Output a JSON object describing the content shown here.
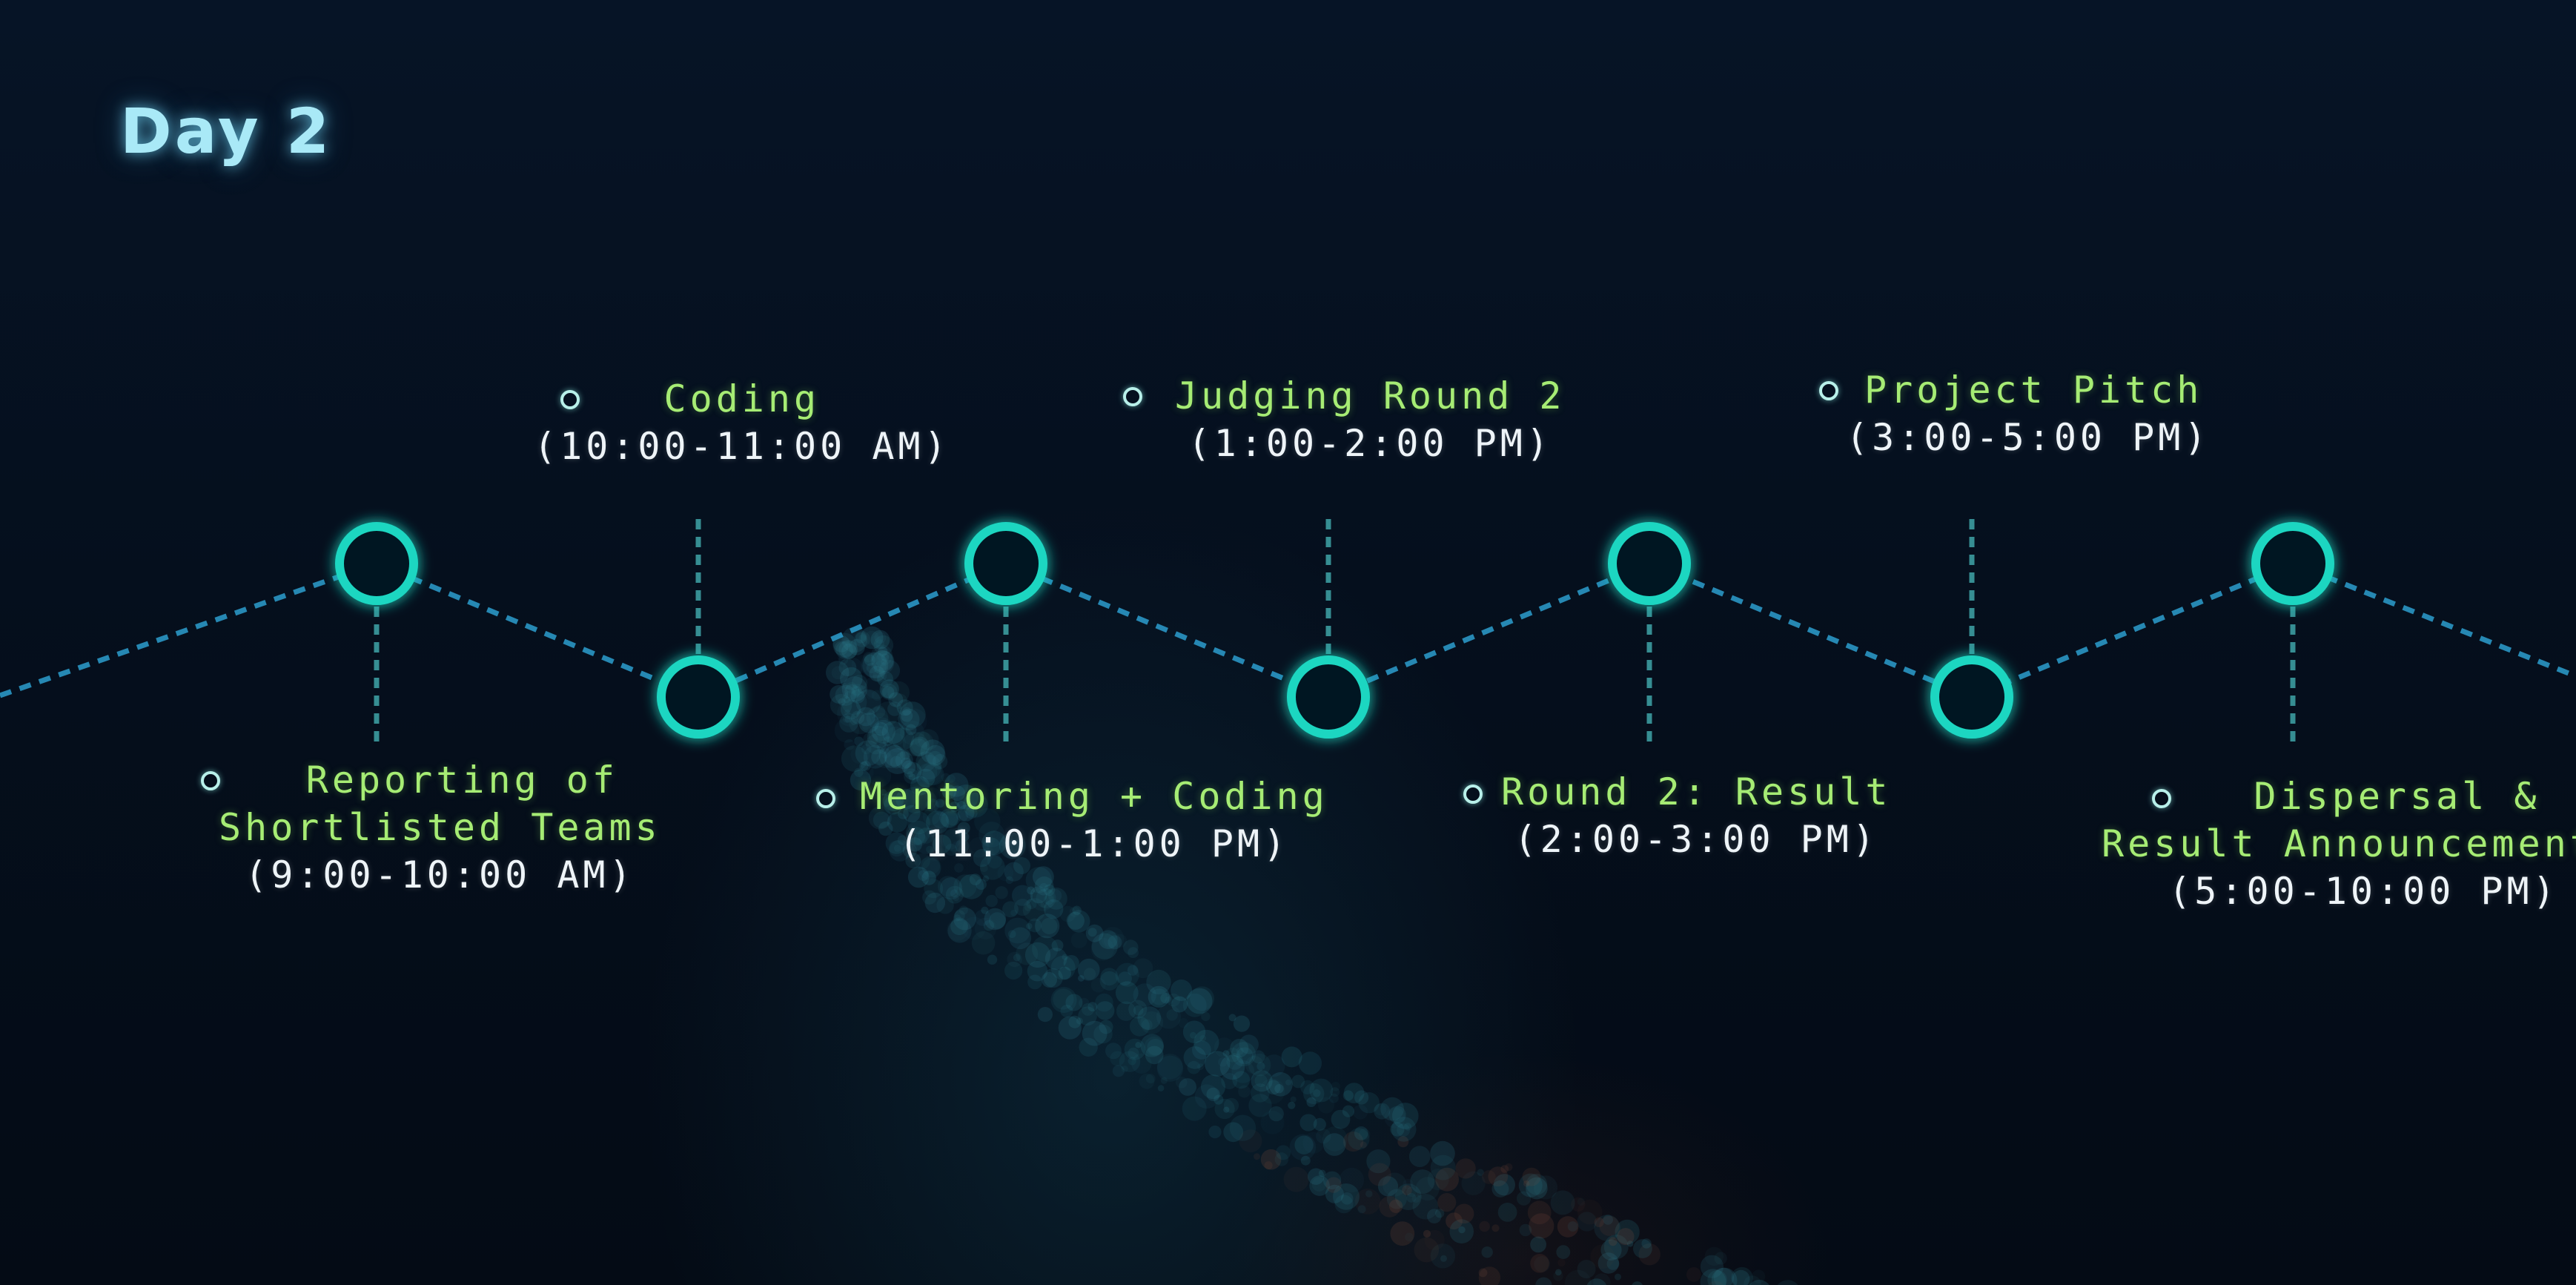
{
  "title": "Day 2",
  "colors": {
    "accent": "#1fd6c1",
    "path": "#2a96c4",
    "event_name": "#a6ec74",
    "event_time": "#eef4f8",
    "title": "#a9e9f7"
  },
  "events": [
    {
      "name_lines": [
        "Reporting of",
        "Shortlisted Teams"
      ],
      "time": "(9:00-10:00 AM)",
      "position": "below"
    },
    {
      "name_lines": [
        "Coding"
      ],
      "time": "(10:00-11:00 AM)",
      "position": "above"
    },
    {
      "name_lines": [
        "Mentoring + Coding"
      ],
      "time": "(11:00-1:00 PM)",
      "position": "below"
    },
    {
      "name_lines": [
        "Judging Round 2"
      ],
      "time": "(1:00-2:00 PM)",
      "position": "above"
    },
    {
      "name_lines": [
        "Round 2: Result"
      ],
      "time": "(2:00-3:00 PM)",
      "position": "below"
    },
    {
      "name_lines": [
        "Project Pitch"
      ],
      "time": "(3:00-5:00 PM)",
      "position": "above"
    },
    {
      "name_lines": [
        "Dispersal &",
        "Result Announcement"
      ],
      "time": "(5:00-10:00 PM)",
      "position": "below"
    }
  ]
}
